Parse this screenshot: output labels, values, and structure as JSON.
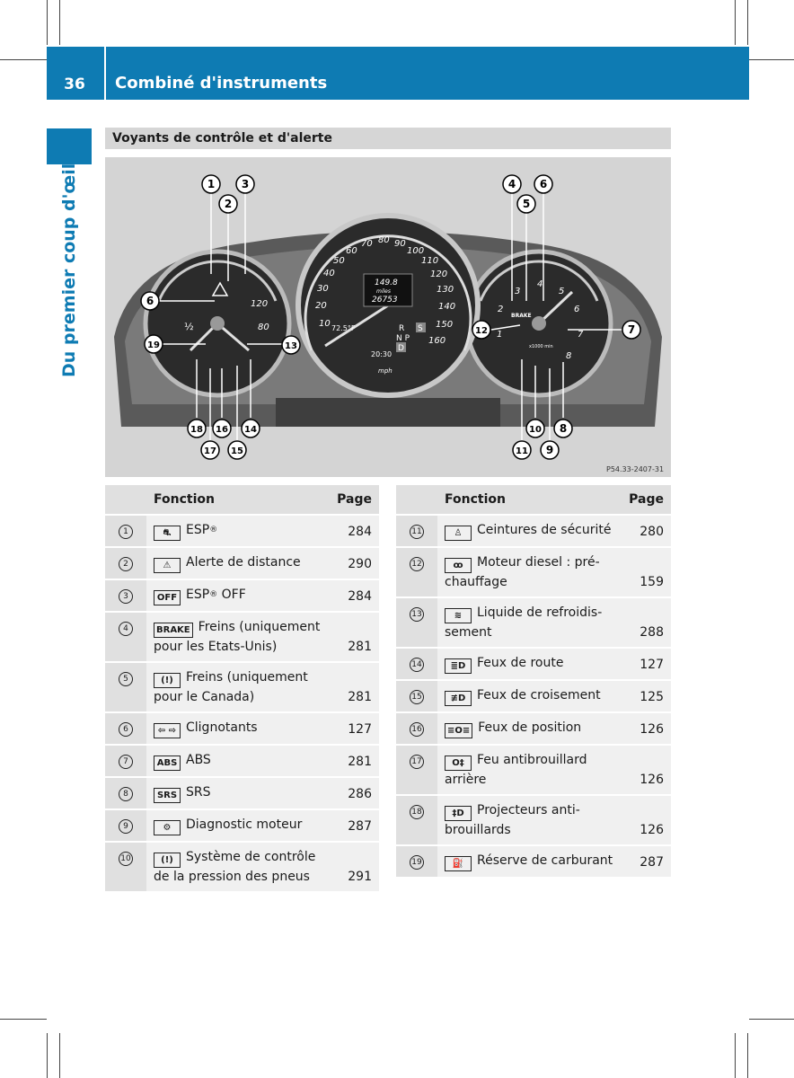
{
  "header": {
    "page_number": "36",
    "chapter": "Combiné d'instruments"
  },
  "side_tab": {
    "label": "Du premier coup d'œil"
  },
  "section": {
    "title": "Voyants de contrôle et d'alerte"
  },
  "figure": {
    "code": "P54.33-2407-31",
    "speedo_numbers": [
      "10",
      "20",
      "30",
      "40",
      "50",
      "60",
      "70",
      "80",
      "90",
      "100",
      "110",
      "120",
      "130",
      "140",
      "150",
      "160"
    ],
    "speedo_unit": "mph",
    "display": {
      "trip": "149.8",
      "trip_unit": "miles",
      "odo": "26753",
      "temp": "72.5°F",
      "gear_r": "R",
      "gear_s": "S",
      "gear_np": "N P",
      "gear_d": "D",
      "clock": "20:30"
    },
    "left_gauge": {
      "n120": "120",
      "n80": "80",
      "half": "½"
    },
    "right_gauge": {
      "n2": "2",
      "n3": "3",
      "n4": "4",
      "n5": "5",
      "n6": "6",
      "n7": "7",
      "n1": "1",
      "n8": "8",
      "unit": "x1000 min",
      "brake": "BRAKE"
    },
    "callouts": [
      "1",
      "2",
      "3",
      "4",
      "5",
      "6",
      "6",
      "7",
      "8",
      "9",
      "10",
      "11",
      "12",
      "13",
      "14",
      "15",
      "16",
      "17",
      "18",
      "19"
    ]
  },
  "table_left": {
    "col_function": "Fonction",
    "col_page": "Page",
    "rows": [
      {
        "num": "1",
        "icon": "esp-icon",
        "icon_text": "⛐",
        "label": "ESP",
        "sup": "®",
        "label_rest": "",
        "page": "284"
      },
      {
        "num": "2",
        "icon": "distance-warning-icon",
        "icon_text": "⚠",
        "label": "Alerte de distance",
        "sup": "",
        "label_rest": "",
        "page": "290"
      },
      {
        "num": "3",
        "icon": "esp-off-icon",
        "icon_text": "OFF",
        "label": "ESP",
        "sup": "®",
        "label_rest": " OFF",
        "page": "284"
      },
      {
        "num": "4",
        "icon": "brake-icon",
        "icon_text": "BRAKE",
        "label": "Freins (uniquement pour les Etats-Unis)",
        "sup": "",
        "label_rest": "",
        "page": "281"
      },
      {
        "num": "5",
        "icon": "brake-canada-icon",
        "icon_text": "(!)",
        "label": "Freins (uniquement pour le Canada)",
        "sup": "",
        "label_rest": "",
        "page": "281"
      },
      {
        "num": "6",
        "icon": "turn-signal-icon",
        "icon_text": "⇦ ⇨",
        "label": "Clignotants",
        "sup": "",
        "label_rest": "",
        "page": "127"
      },
      {
        "num": "7",
        "icon": "abs-icon",
        "icon_text": "ABS",
        "label": "ABS",
        "sup": "",
        "label_rest": "",
        "page": "281"
      },
      {
        "num": "8",
        "icon": "srs-icon",
        "icon_text": "SRS",
        "label": "SRS",
        "sup": "",
        "label_rest": "",
        "page": "286"
      },
      {
        "num": "9",
        "icon": "engine-diagnostic-icon",
        "icon_text": "⚙",
        "label": "Diagnostic moteur",
        "sup": "",
        "label_rest": "",
        "page": "287"
      },
      {
        "num": "10",
        "icon": "tire-pressure-icon",
        "icon_text": "(!)",
        "label": "Système de contrôle de la pression des pneus",
        "sup": "",
        "label_rest": "",
        "page": "291"
      }
    ]
  },
  "table_right": {
    "col_function": "Fonction",
    "col_page": "Page",
    "rows": [
      {
        "num": "11",
        "icon": "seat-belt-icon",
        "icon_text": "♙",
        "label": "Ceintures de sécurité",
        "page": "280"
      },
      {
        "num": "12",
        "icon": "glow-plug-icon",
        "icon_text": "ꝏ",
        "label": "Moteur diesel : pré-chauffage",
        "page": "159"
      },
      {
        "num": "13",
        "icon": "coolant-icon",
        "icon_text": "≋",
        "label": "Liquide de refroidis-sement",
        "page": "288"
      },
      {
        "num": "14",
        "icon": "high-beam-icon",
        "icon_text": "≣D",
        "label": "Feux de route",
        "page": "127"
      },
      {
        "num": "15",
        "icon": "low-beam-icon",
        "icon_text": "≢D",
        "label": "Feux de croisement",
        "page": "125"
      },
      {
        "num": "16",
        "icon": "position-lights-icon",
        "icon_text": "≡O≡",
        "label": "Feux de position",
        "page": "126"
      },
      {
        "num": "17",
        "icon": "rear-fog-icon",
        "icon_text": "O‡",
        "label": "Feu antibrouillard arrière",
        "page": "126"
      },
      {
        "num": "18",
        "icon": "fog-lamp-icon",
        "icon_text": "‡D",
        "label": "Projecteurs anti-brouillards",
        "page": "126"
      },
      {
        "num": "19",
        "icon": "fuel-reserve-icon",
        "icon_text": "⛽",
        "label": "Réserve de carburant",
        "page": "287"
      }
    ]
  }
}
